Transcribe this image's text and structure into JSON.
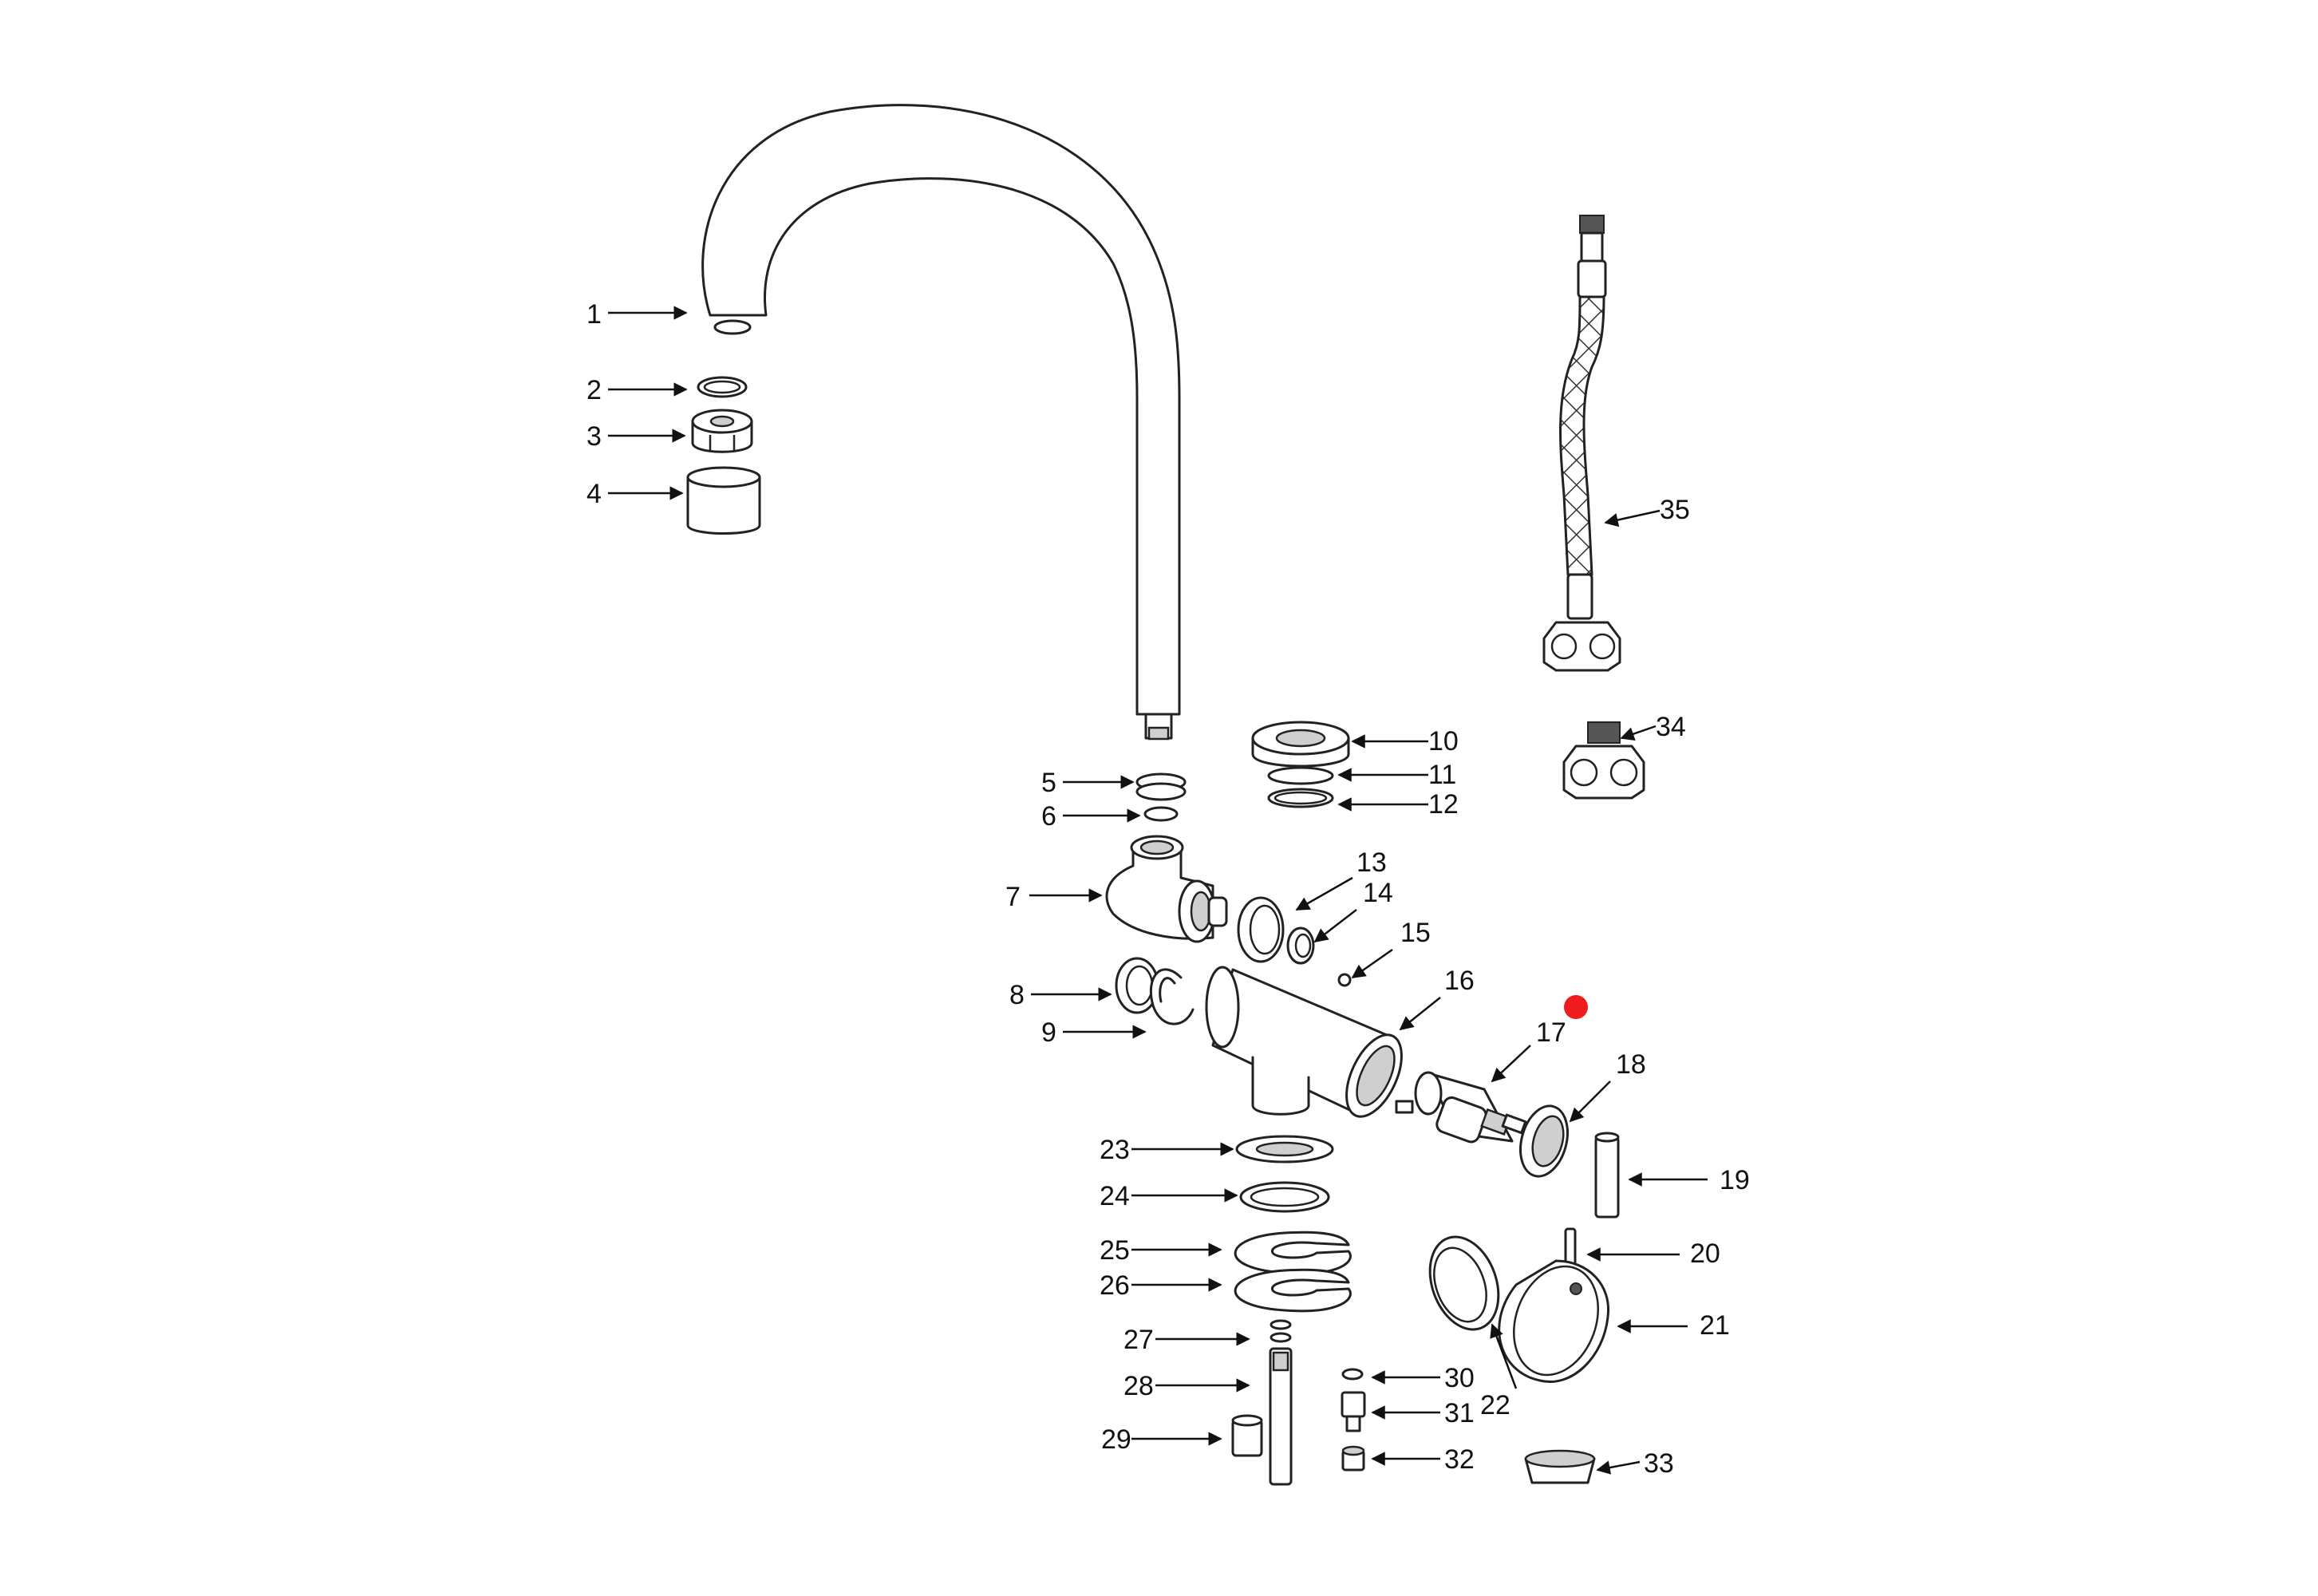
{
  "callouts": [
    {
      "id": "1"
    },
    {
      "id": "2"
    },
    {
      "id": "3"
    },
    {
      "id": "4"
    },
    {
      "id": "5"
    },
    {
      "id": "6"
    },
    {
      "id": "7"
    },
    {
      "id": "8"
    },
    {
      "id": "9"
    },
    {
      "id": "10"
    },
    {
      "id": "11"
    },
    {
      "id": "12"
    },
    {
      "id": "13"
    },
    {
      "id": "14"
    },
    {
      "id": "15"
    },
    {
      "id": "16"
    },
    {
      "id": "17"
    },
    {
      "id": "18"
    },
    {
      "id": "19"
    },
    {
      "id": "20"
    },
    {
      "id": "21"
    },
    {
      "id": "22"
    },
    {
      "id": "23"
    },
    {
      "id": "24"
    },
    {
      "id": "25"
    },
    {
      "id": "26"
    },
    {
      "id": "27"
    },
    {
      "id": "28"
    },
    {
      "id": "29"
    },
    {
      "id": "30"
    },
    {
      "id": "31"
    },
    {
      "id": "32"
    },
    {
      "id": "33"
    },
    {
      "id": "34"
    },
    {
      "id": "35"
    }
  ],
  "marker_color": "#ee1c1c",
  "line_color": "#222222"
}
